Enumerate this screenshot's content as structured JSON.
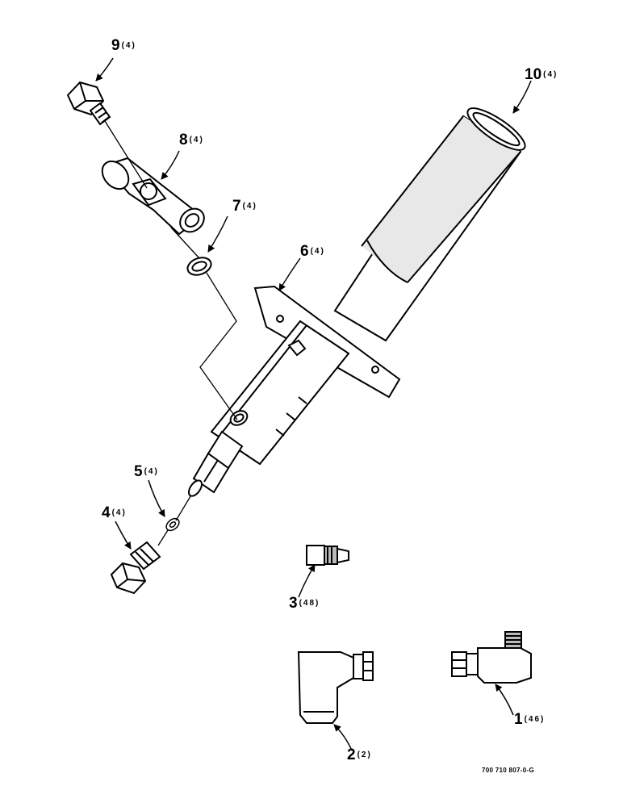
{
  "diagram": {
    "drawing_id": "700 710 807-0-G",
    "callouts": [
      {
        "id": "9",
        "num": "9",
        "qty": "(4)"
      },
      {
        "id": "10",
        "num": "10",
        "qty": "(4)"
      },
      {
        "id": "8",
        "num": "8",
        "qty": "(4)"
      },
      {
        "id": "7",
        "num": "7",
        "qty": "(4)"
      },
      {
        "id": "6",
        "num": "6",
        "qty": "(4)"
      },
      {
        "id": "5",
        "num": "5",
        "qty": "(4)"
      },
      {
        "id": "4",
        "num": "4",
        "qty": "(4)"
      },
      {
        "id": "3",
        "num": "3",
        "qty": "(48)"
      },
      {
        "id": "2",
        "num": "2",
        "qty": "(2)"
      },
      {
        "id": "1",
        "num": "1",
        "qty": "(46)"
      }
    ]
  }
}
